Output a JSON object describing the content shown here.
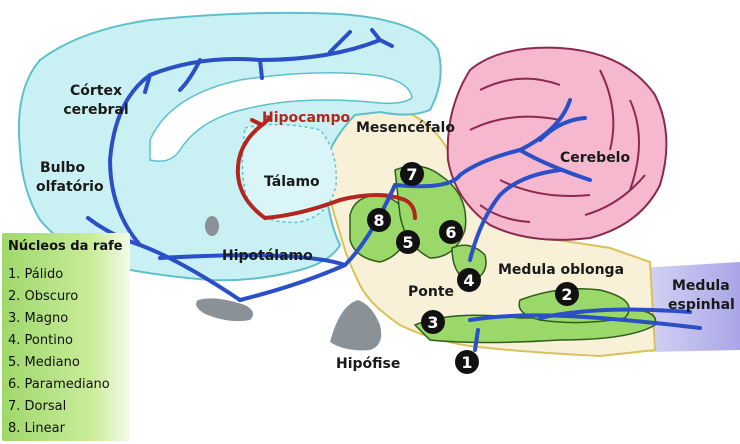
{
  "labels": {
    "cortex_line1": "Córtex",
    "cortex_line2": "cerebral",
    "hippocampus": "Hipocampo",
    "midbrain": "Mesencéfalo",
    "cerebellum": "Cerebelo",
    "bulb_line1": "Bulbo",
    "bulb_line2": "olfatório",
    "thalamus": "Tálamo",
    "hypothalamus": "Hipotálamo",
    "medulla": "Medula oblonga",
    "pons": "Ponte",
    "spinal_line1": "Medula",
    "spinal_line2": "espinhal",
    "pituitary": "Hipófise"
  },
  "markers": [
    "1",
    "2",
    "3",
    "4",
    "5",
    "6",
    "7",
    "8"
  ],
  "legend": {
    "title": "Núcleos da rafe",
    "items": [
      "1. Pálido",
      "2. Obscuro",
      "3. Magno",
      "4. Pontino",
      "5. Mediano",
      "6. Paramediano",
      "7. Dorsal",
      "8. Linear"
    ]
  },
  "colors": {
    "cortex": "#c9f0f2",
    "brainstem": "#f8f1d8",
    "cerebellum": "#f5b8cf",
    "nucleus": "#9ad86a",
    "pathway_blue": "#2a4fc7",
    "pathway_red": "#b3261e",
    "spinal": "#c7c6f0"
  }
}
